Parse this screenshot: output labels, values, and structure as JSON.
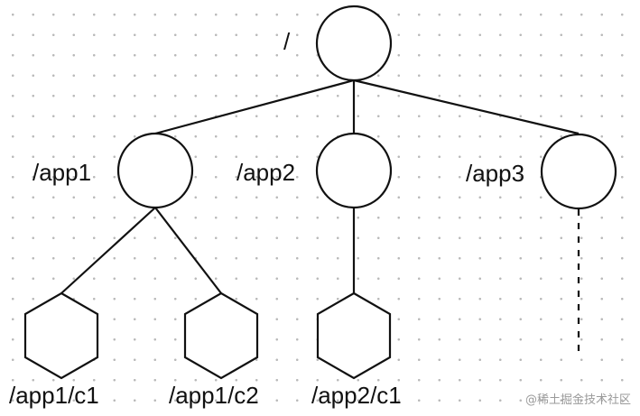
{
  "diagram": {
    "root": {
      "label": "/"
    },
    "level1": [
      {
        "label": "/app1"
      },
      {
        "label": "/app2"
      },
      {
        "label": "/app3"
      }
    ],
    "level2": [
      {
        "label": "/app1/c1"
      },
      {
        "label": "/app1/c2"
      },
      {
        "label": "/app2/c1"
      }
    ]
  },
  "watermark": {
    "text": "@稀土掘金技术社区"
  },
  "colors": {
    "stroke": "#111111",
    "background": "#ffffff",
    "grid_dots": "#b9b9b9",
    "watermark": "#9a9a9a"
  }
}
